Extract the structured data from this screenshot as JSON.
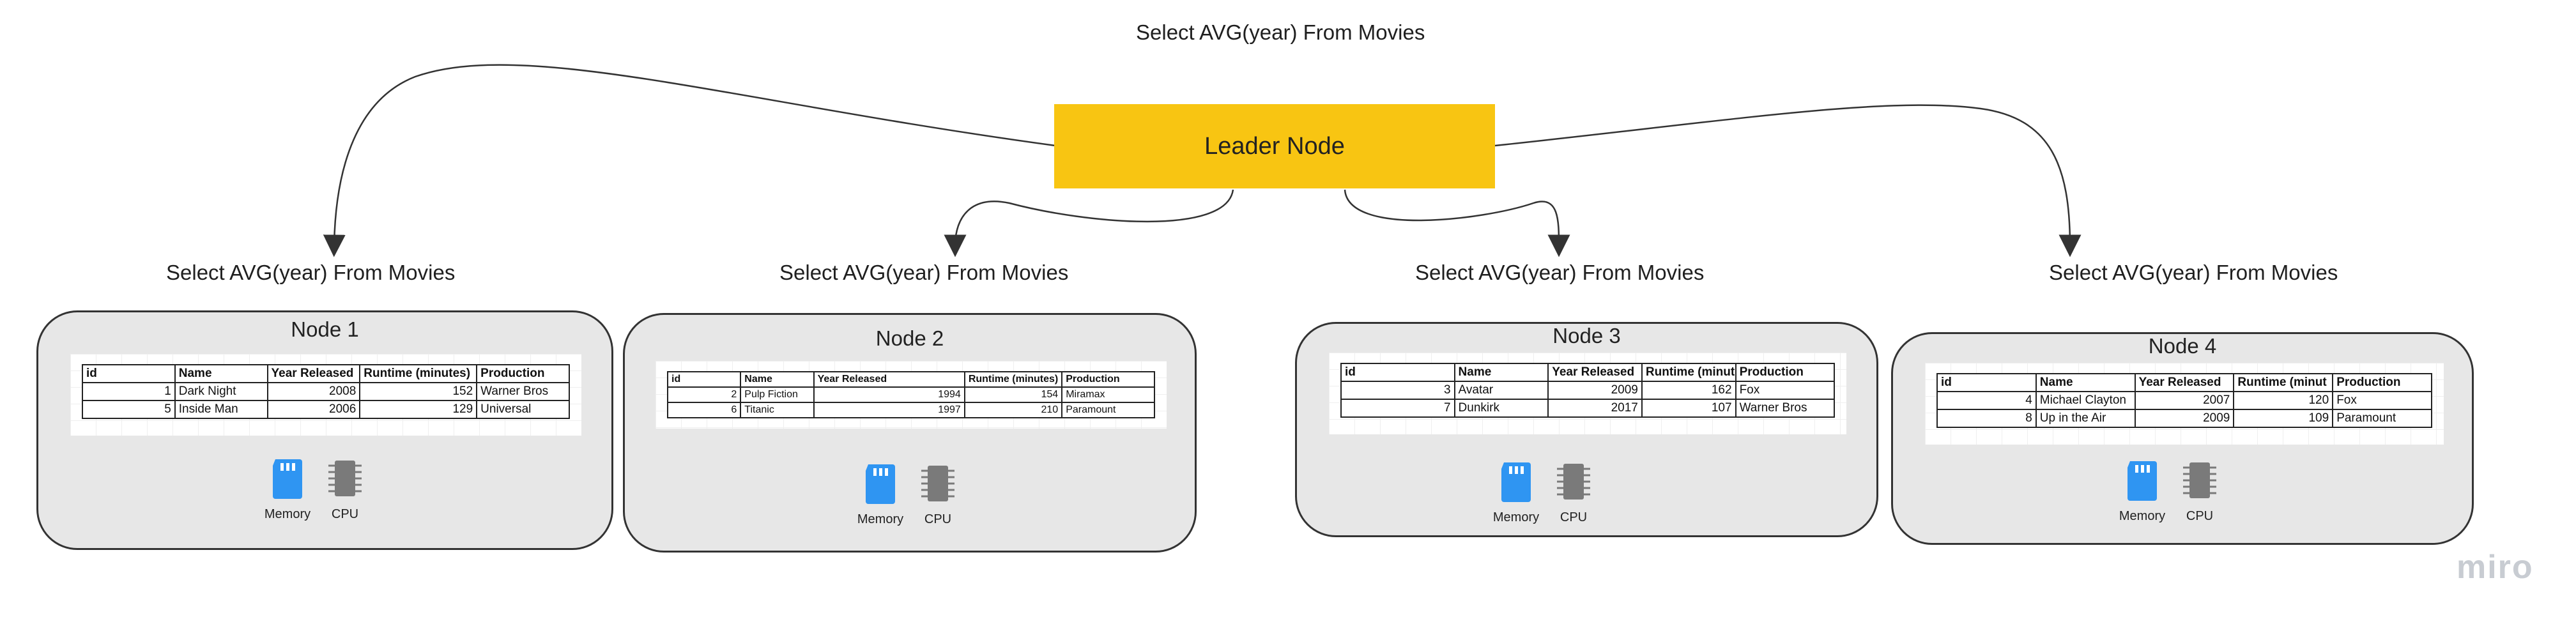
{
  "top_query": "Select AVG(year) From Movies",
  "leader": {
    "label": "Leader Node"
  },
  "node_queries": [
    "Select AVG(year) From Movies",
    "Select AVG(year) From Movies",
    "Select AVG(year) From Movies",
    "Select AVG(year) From Movies"
  ],
  "columns": [
    "id",
    "Name",
    "Year Released",
    "Runtime (minutes)",
    "Production"
  ],
  "nodes": [
    {
      "title": "Node 1",
      "columns": [
        "id",
        "Name",
        "Year Released",
        "Runtime (minutes)",
        "Production"
      ],
      "rows": [
        [
          "1",
          "Dark Night",
          "2008",
          "152",
          "Warner Bros"
        ],
        [
          "5",
          "Inside Man",
          "2006",
          "129",
          "Universal"
        ]
      ]
    },
    {
      "title": "Node 2",
      "columns": [
        "id",
        "Name",
        "Year Released",
        "Runtime (minutes)",
        "Production"
      ],
      "rows": [
        [
          "2",
          "Pulp Fiction",
          "1994",
          "154",
          "Miramax"
        ],
        [
          "6",
          "Titanic",
          "1997",
          "210",
          "Paramount"
        ]
      ]
    },
    {
      "title": "Node 3",
      "columns": [
        "id",
        "Name",
        "Year Released",
        "Runtime (minut",
        "Production"
      ],
      "rows": [
        [
          "3",
          "Avatar",
          "2009",
          "162",
          "Fox"
        ],
        [
          "7",
          "Dunkirk",
          "2017",
          "107",
          "Warner Bros"
        ]
      ]
    },
    {
      "title": "Node 4",
      "columns": [
        "id",
        "Name",
        "Year Released",
        "Runtime (minut",
        "Production"
      ],
      "rows": [
        [
          "4",
          "Michael Clayton",
          "2007",
          "120",
          "Fox"
        ],
        [
          "8",
          "Up in the Air",
          "2009",
          "109",
          "Paramount"
        ]
      ]
    }
  ],
  "icons": {
    "memory": "memory-card-icon",
    "cpu": "cpu-chip-icon"
  },
  "icon_labels": {
    "memory": "Memory",
    "cpu": "CPU"
  },
  "colors": {
    "leader": "#f8c512",
    "node_bg": "#e7e7e7",
    "memory_icon": "#2f95f2",
    "cpu_icon": "#7a7a7a"
  },
  "brand": "miro"
}
